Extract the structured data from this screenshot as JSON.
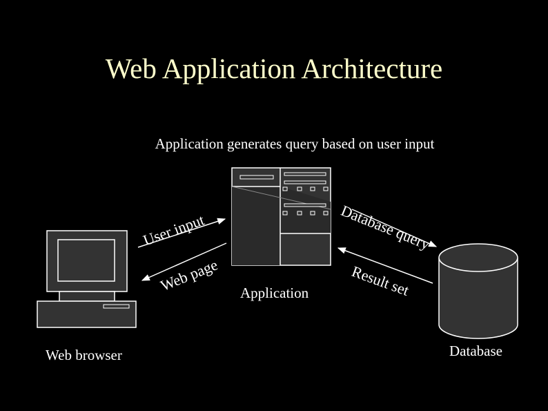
{
  "slide": {
    "title": "Web Application Architecture",
    "subtitle": "Application generates query based on user input"
  },
  "labels": {
    "web_browser": "Web browser",
    "application": "Application",
    "database": "Database"
  },
  "arrow_labels": {
    "user_input": "User input",
    "web_page": "Web page",
    "database_query": "Database query",
    "result_set": "Result set"
  },
  "colors": {
    "background": "#000000",
    "title": "#ffffcc",
    "text": "#ffffff",
    "device_fill": "#333333",
    "device_stroke": "#ffffff"
  }
}
